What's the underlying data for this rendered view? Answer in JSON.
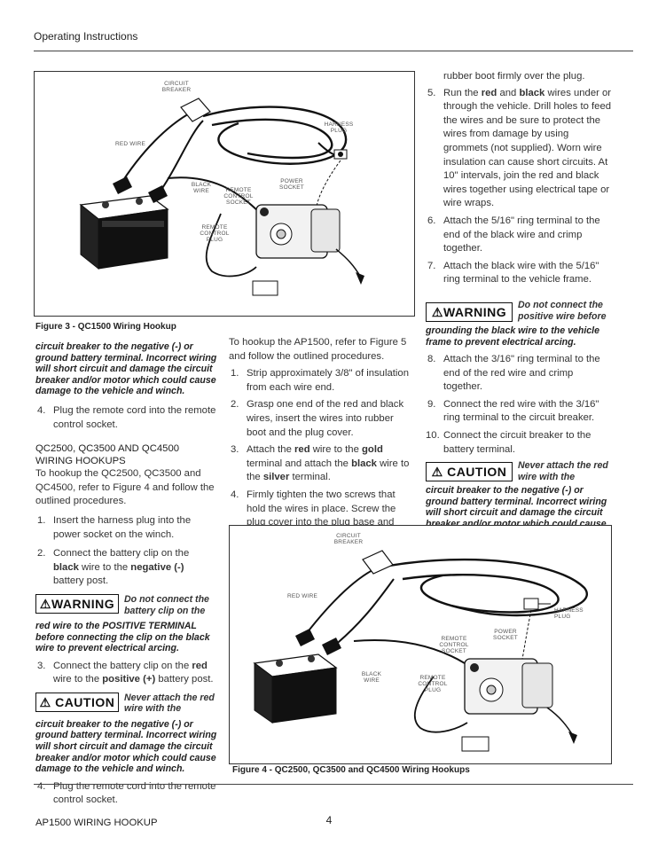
{
  "header": {
    "title": "Operating Instructions"
  },
  "page_number": "4",
  "figure3": {
    "caption": "Figure 3 - QC1500 Wiring Hookup",
    "labels": {
      "circuit_breaker_1": "CIRCUIT",
      "circuit_breaker_2": "BREAKER",
      "harness_1": "HARNESS",
      "harness_2": "PLUG",
      "red_wire": "RED WIRE",
      "black_1": "BLACK",
      "black_2": "WIRE",
      "rcs_1": "REMOTE",
      "rcs_2": "CONTROL",
      "rcs_3": "SOCKET",
      "power_1": "POWER",
      "power_2": "SOCKET",
      "rcp_1": "REMOTE",
      "rcp_2": "CONTROL",
      "rcp_3": "PLUG"
    }
  },
  "figure4": {
    "caption": "Figure 4 - QC2500, QC3500 and QC4500 Wiring Hookups",
    "labels": {
      "circuit_breaker_1": "CIRCUIT",
      "circuit_breaker_2": "BREAKER",
      "red_wire": "RED WIRE",
      "harness_1": "HARNESS",
      "harness_2": "PLUG",
      "power_1": "POWER",
      "power_2": "SOCKET",
      "rcs_1": "REMOTE",
      "rcs_2": "CONTROL",
      "rcs_3": "SOCKET",
      "black_1": "BLACK",
      "black_2": "WIRE",
      "rcp_1": "REMOTE",
      "rcp_2": "CONTROL",
      "rcp_3": "PLUG"
    }
  },
  "col1": {
    "cont_italic": "circuit breaker to the negative (-) or ground battery terminal.  Incorrect wiring will short circuit and damage the circuit breaker and/or motor which could cause damage to the vehicle and winch.",
    "item4a_num": "4.",
    "item4a": "Plug the remote cord into the remote control socket.",
    "qc_heading_1": "QC2500, QC3500  AND  QC4500",
    "qc_heading_2": "WIRING HOOKUPS",
    "qc_intro": "To hookup the QC2500, QC3500 and QC4500, refer to Figure 4 and follow the outlined procedures.",
    "item1_num": "1.",
    "item1": "Insert the harness plug into the power socket on the winch.",
    "item2_num": "2.",
    "item2_a": "Connect the battery clip on the ",
    "item2_b": "black",
    "item2_c": " wire to the ",
    "item2_d": "negative (-)",
    "item2_e": " battery post.",
    "warn1_badge": "WARNING",
    "warn1_side": "Do not connect the battery clip on the",
    "warn1_body": "red wire to the POSITIVE TERMINAL before connecting the clip on the black wire to prevent electrical arcing.",
    "item3_num": "3.",
    "item3_a": "Connect the battery clip on the ",
    "item3_b": "red",
    "item3_c": " wire to the ",
    "item3_d": "positive (+)",
    "item3_e": " battery post.",
    "caution1_badge": "CAUTION",
    "caution1_side": "Never attach the red wire with the",
    "caution1_body": "circuit breaker to the negative (-) or ground battery terminal. Incorrect wiring will short circuit and damage the circuit breaker and/or motor which could cause damage to the vehicle and winch.",
    "item4b_num": "4.",
    "item4b": "Plug the remote cord into the remote control socket.",
    "ap_heading": "AP1500 WIRING HOOKUP"
  },
  "col2": {
    "intro": "To hookup the AP1500, refer to Figure 5 and follow the outlined procedures.",
    "i1_num": "1.",
    "i1": "Strip approximately 3/8\" of insulation from each wire end.",
    "i2_num": "2.",
    "i2": "Grasp one end of the red and black wires, insert the wires into rubber boot and the plug cover.",
    "i3_num": "3.",
    "i3_a": "Attach the ",
    "i3_b": "red",
    "i3_c": " wire to the ",
    "i3_d": "gold",
    "i3_e": " terminal and attach the ",
    "i3_f": "black",
    "i3_g": " wire to the ",
    "i3_h": "silver",
    "i3_i": " terminal.",
    "i4_num": "4.",
    "i4": "Firmly tighten the two screws that hold the wires in place. Screw the plug cover into the plug base and slide the"
  },
  "col3": {
    "cont": "rubber boot firmly over the plug.",
    "i5_num": "5.",
    "i5_a": "Run the ",
    "i5_b": "red",
    "i5_c": " and ",
    "i5_d": "black",
    "i5_e": " wires under or through the vehicle. Drill holes to feed the wires and be sure to protect the wires from damage by using grommets (not supplied). Worn wire insulation can cause short circuits. At 10\" intervals, join the red and black wires together using electrical tape or wire wraps.",
    "i6_num": "6.",
    "i6": "Attach the 5/16\" ring terminal to the end of the black wire and crimp together.",
    "i7_num": "7.",
    "i7": "Attach the black wire with the 5/16\" ring terminal to the vehicle frame.",
    "warn_badge": "WARNING",
    "warn_side": "Do not connect the positive wire before",
    "warn_body": "grounding the black wire to the vehicle frame to prevent electrical arcing.",
    "i8_num": "8.",
    "i8": "Attach the 3/16\" ring terminal to the end of the red wire and crimp together.",
    "i9_num": "9.",
    "i9": "Connect the red wire with the 3/16\" ring terminal to the circuit breaker.",
    "i10_num": "10.",
    "i10": "Connect the circuit breaker to the battery terminal.",
    "caution_badge": "CAUTION",
    "caution_side": "Never attach the red wire with the",
    "caution_body": "circuit breaker to the negative (-) or ground battery terminal. Incorrect wiring will short circuit and damage the circuit breaker and/or motor which could cause damage to"
  }
}
